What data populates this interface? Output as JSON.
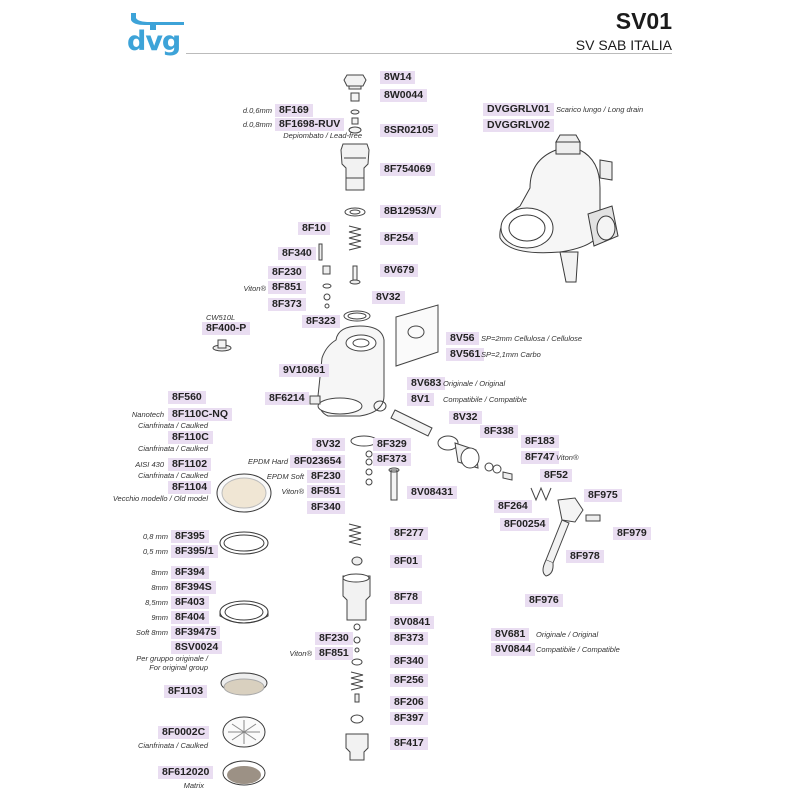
{
  "header": {
    "logo_text": "dvg",
    "model": "SV01",
    "model_subtitle": "SV SAB ITALIA",
    "brand_color": "#3da3d8"
  },
  "labels": {
    "p_8W14": "8W14",
    "p_8W0044": "8W0044",
    "p_8F169": "8F169",
    "p_8F1698RUV": "8F1698-RUV",
    "p_8SR02105": "8SR02105",
    "p_8F754069": "8F754069",
    "p_8B12953V": "8B12953/V",
    "p_8F10": "8F10",
    "p_8F254": "8F254",
    "p_8F340a": "8F340",
    "p_8V679": "8V679",
    "p_8F230a": "8F230",
    "p_8F851a": "8F851",
    "p_8V32a": "8V32",
    "p_8F373a": "8F373",
    "p_8F323": "8F323",
    "p_8F400P": "8F400-P",
    "p_8V56": "8V56",
    "p_8V561": "8V561",
    "p_9V10861": "9V10861",
    "p_8V683": "8V683",
    "p_8V1": "8V1",
    "p_8F560": "8F560",
    "p_8F6214": "8F6214",
    "p_8F110CNQ": "8F110C-NQ",
    "p_8V32b": "8V32",
    "p_8F110C": "8F110C",
    "p_8F338": "8F338",
    "p_8F183": "8F183",
    "p_8V32c": "8V32",
    "p_8F329": "8F329",
    "p_8F747": "8F747",
    "p_8F1102": "8F1102",
    "p_8F023654": "8F023654",
    "p_8F373b": "8F373",
    "p_8F230b": "8F230",
    "p_8F52": "8F52",
    "p_8F1104": "8F1104",
    "p_8F851b": "8F851",
    "p_8V08431": "8V08431",
    "p_8F975": "8F975",
    "p_8F340b": "8F340",
    "p_8F264": "8F264",
    "p_8F00254": "8F00254",
    "p_8F979": "8F979",
    "p_8F277": "8F277",
    "p_8F395": "8F395",
    "p_8F3951": "8F395/1",
    "p_8F978": "8F978",
    "p_8F01": "8F01",
    "p_8F394": "8F394",
    "p_8F394S": "8F394S",
    "p_8F976": "8F976",
    "p_8F78": "8F78",
    "p_8F403": "8F403",
    "p_8F404": "8F404",
    "p_8V0841": "8V0841",
    "p_8F39475": "8F39475",
    "p_8F230c": "8F230",
    "p_8F373c": "8F373",
    "p_8V681": "8V681",
    "p_8SV0024": "8SV0024",
    "p_8F851c": "8F851",
    "p_8V0844": "8V0844",
    "p_8F340c": "8F340",
    "p_8F1103": "8F1103",
    "p_8F256": "8F256",
    "p_8F206": "8F206",
    "p_8F397": "8F397",
    "p_8F0002C": "8F0002C",
    "p_8F417": "8F417",
    "p_8F612020": "8F612020",
    "p_DVGGRLV01": "DVGGRLV01",
    "p_DVGGRLV02": "DVGGRLV02"
  },
  "notes": {
    "n_d06": "d.0,6mm",
    "n_d08": "d.0,8mm",
    "n_depiombato": "Depiombato / Lead-free",
    "n_viton_a": "Viton®",
    "n_cw510l": "CW510L",
    "n_sp2": "SP=2mm Cellulosa / Cellulose",
    "n_sp21": "SP=2,1mm  Carbo",
    "n_orig1": "Originale / Original",
    "n_compat1": "Compatibile / Compatible",
    "n_nanotech": "Nanotech",
    "n_cianf1": "Cianfrinata / Caulked",
    "n_cianf2": "Cianfrinata / Caulked",
    "n_viton_b": "Viton®",
    "n_aisi": "AISI 430",
    "n_epdm_hard": "EPDM Hard",
    "n_cianf3": "Cianfrinata / Caulked",
    "n_epdm_soft": "EPDM Soft",
    "n_viton_c": "Viton®",
    "n_vecchio": "Vecchio modello / Old model",
    "n_08mm": "0,8 mm",
    "n_05mm": "0,5 mm",
    "n_8mm_a": "8mm",
    "n_8mm_b": "8mm",
    "n_85mm": "8,5mm",
    "n_9mm": "9mm",
    "n_soft8": "Soft 8mm",
    "n_orig2": "Originale / Original",
    "n_compat2": "Compatibile / Compatible",
    "n_viton_d": "Viton®",
    "n_pergruppo1": "Per gruppo originale /",
    "n_pergruppo2": "For original group",
    "n_cianf4": "Cianfrinata / Caulked",
    "n_matrix": "Matrix",
    "n_scarico": "Scarico lungo / Long drain"
  }
}
